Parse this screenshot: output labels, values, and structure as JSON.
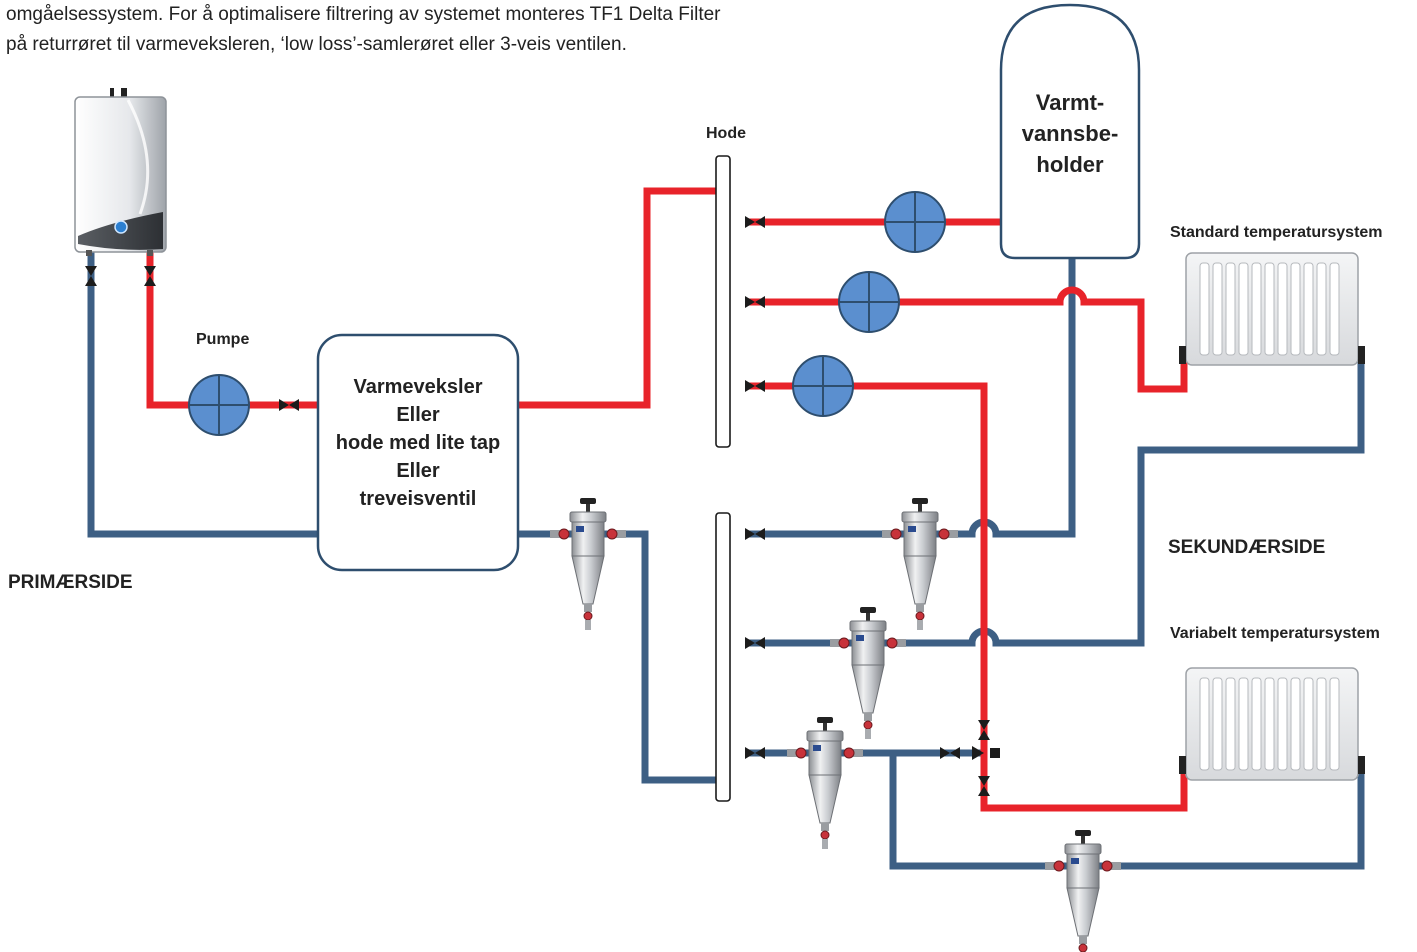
{
  "intro": {
    "line1": "omgåelsessystem. For å optimalisere filtrering av systemet monteres TF1 Delta Filter",
    "line2": "på returrøret til varmeveksleren, ‘low loss’-samlerøret eller 3-veis ventilen."
  },
  "labels": {
    "pumpe": "Pumpe",
    "hode": "Hode",
    "primary_side": "PRIMÆRSIDE",
    "secondary_side": "SEKUNDÆRSIDE",
    "standard_system": "Standard temperatursystem",
    "variable_system": "Variabelt temperatursystem"
  },
  "exchanger": {
    "lines": [
      "Varmeveksler",
      "Eller",
      "hode med lite tap",
      "Eller",
      "treveisventil"
    ]
  },
  "tank": {
    "lines": [
      "Varmt-",
      "vannsbe-",
      "holder"
    ]
  },
  "colors": {
    "flow": "#e8232a",
    "return": "#3d5f84",
    "pump": "#5b8fcf",
    "outline": "#2e4e6e"
  },
  "icons": [
    "boiler-icon",
    "pump-icon",
    "check-valve-icon",
    "filter-icon",
    "radiator-icon",
    "three-way-valve-icon"
  ]
}
